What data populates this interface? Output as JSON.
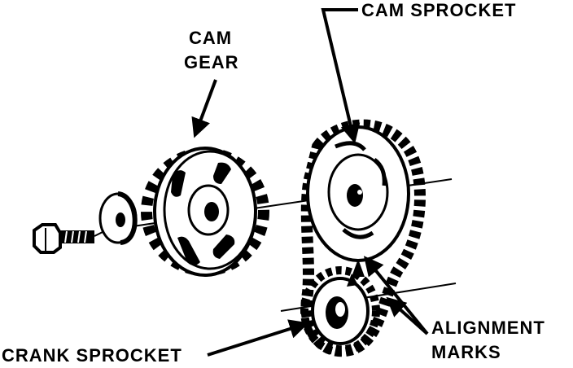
{
  "labels": {
    "cam_sprocket": "CAM SPROCKET",
    "cam_gear_line1": "CAM",
    "cam_gear_line2": "GEAR",
    "crank_sprocket": "CRANK SPROCKET",
    "alignment_line1": "ALIGNMENT",
    "alignment_line2": "MARKS"
  },
  "colors": {
    "ink": "#000000",
    "paper": "#ffffff"
  }
}
